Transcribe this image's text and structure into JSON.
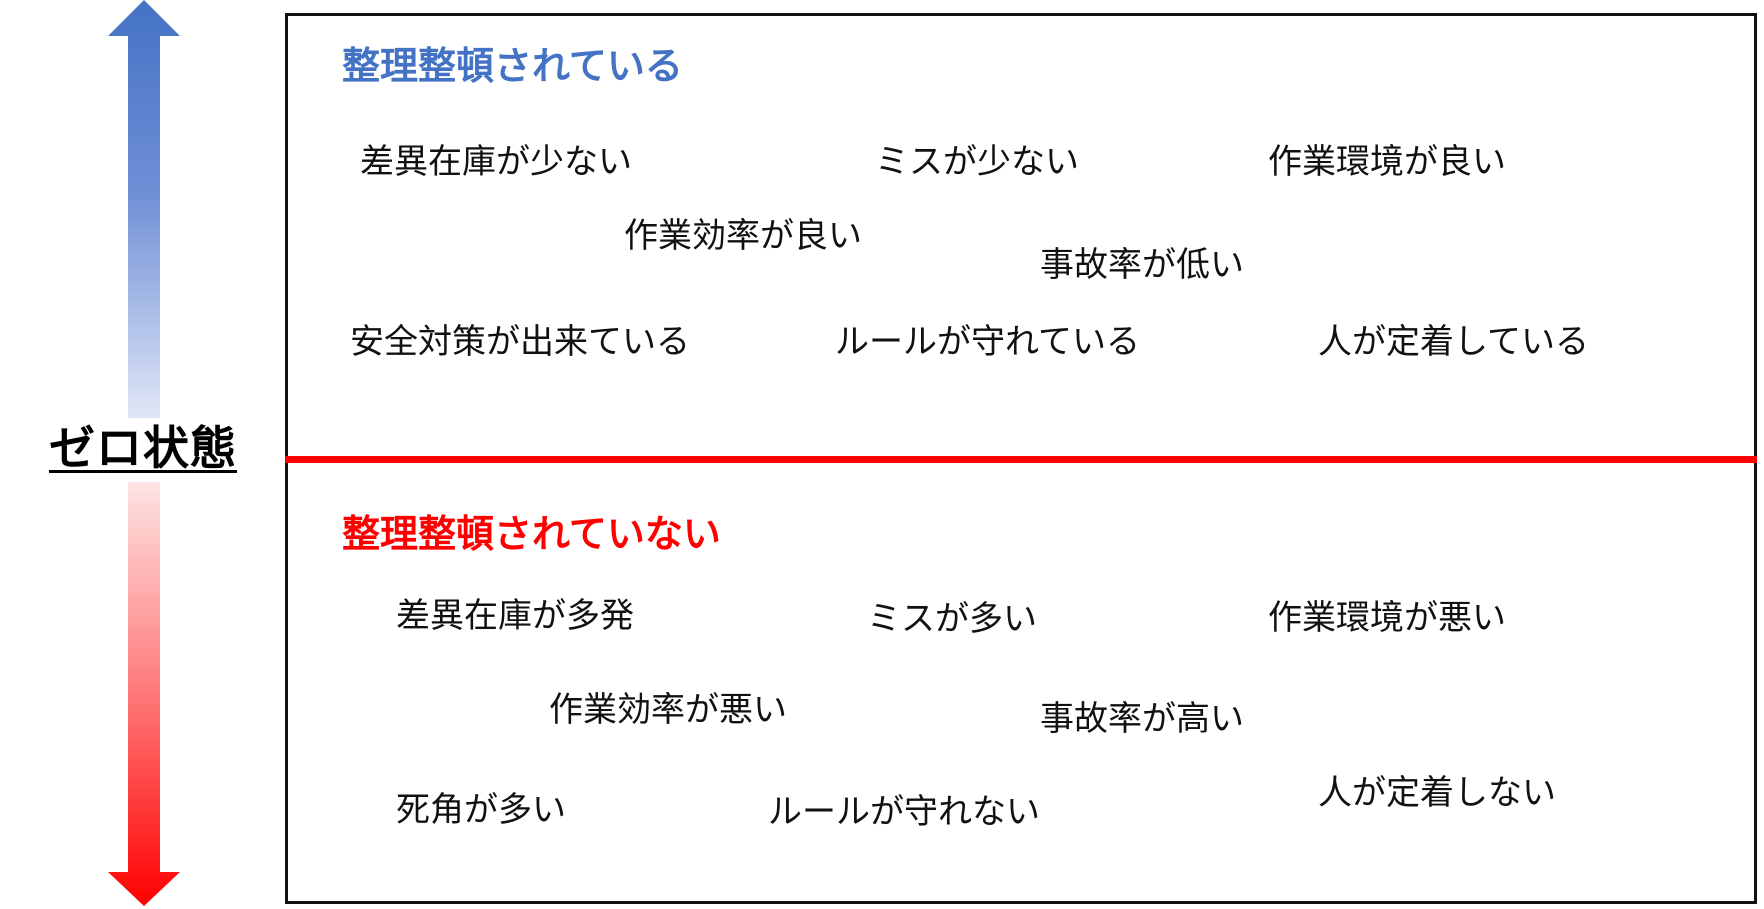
{
  "axis": {
    "label": "ゼロ状態",
    "top_color": "#4472c4",
    "bottom_color": "#ff0000"
  },
  "top_section": {
    "heading": "整理整頓されている",
    "heading_color": "#4472c4",
    "items": [
      "差異在庫が少ない",
      "ミスが少ない",
      "作業環境が良い",
      "作業効率が良い",
      "事故率が低い",
      "安全対策が出来ている",
      "ルールが守れている",
      "人が定着している"
    ]
  },
  "bottom_section": {
    "heading": "整理整頓されていない",
    "heading_color": "#ff0000",
    "items": [
      "差異在庫が多発",
      "ミスが多い",
      "作業環境が悪い",
      "作業効率が悪い",
      "事故率が高い",
      "死角が多い",
      "ルールが守れない",
      "人が定着しない"
    ]
  },
  "divider_color": "#ff0000"
}
